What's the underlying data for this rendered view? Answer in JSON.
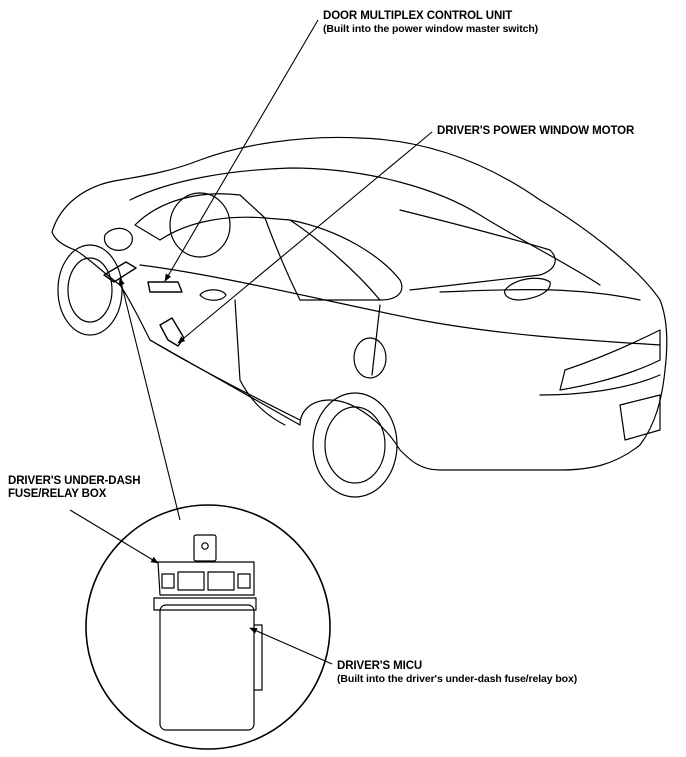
{
  "callouts": {
    "door_mcu": {
      "title": "DOOR MULTIPLEX CONTROL UNIT",
      "subtitle": "(Built into the power window master switch)"
    },
    "window_motor": {
      "title": "DRIVER'S POWER WINDOW MOTOR"
    },
    "fuse_box": {
      "line1": "DRIVER'S UNDER-DASH",
      "line2": "FUSE/RELAY BOX"
    },
    "micu": {
      "title": "DRIVER'S MICU",
      "subtitle": "(Built into the driver's under-dash fuse/relay box)"
    }
  }
}
